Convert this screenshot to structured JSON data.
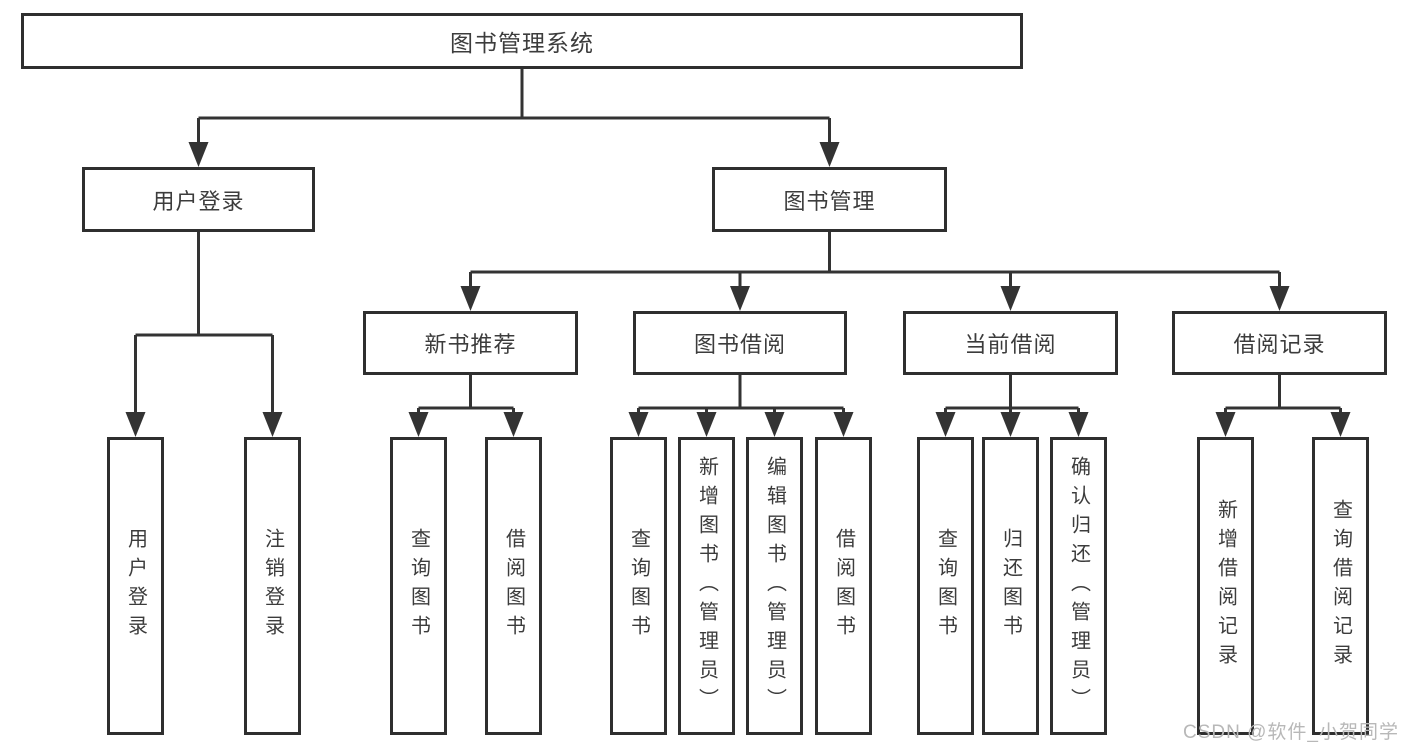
{
  "diagram": {
    "root": "图书管理系统",
    "level2": {
      "user_login": "用户登录",
      "book_management": "图书管理"
    },
    "level3": {
      "new_book_recommend": "新书推荐",
      "book_borrowing": "图书借阅",
      "current_borrowing": "当前借阅",
      "borrowing_records": "借阅记录"
    },
    "leaves": {
      "user_login": [
        "用户登录",
        "注销登录"
      ],
      "new_book_recommend": [
        "查询图书",
        "借阅图书"
      ],
      "book_borrowing": [
        "查询图书",
        "新增图书（管理员）",
        "编辑图书（管理员）",
        "借阅图书"
      ],
      "current_borrowing": [
        "查询图书",
        "归还图书",
        "确认归还（管理员）"
      ],
      "borrowing_records": [
        "新增借阅记录",
        "查询借阅记录"
      ]
    }
  },
  "watermark": {
    "text": "CSDN @软件_小贺同学"
  },
  "colors": {
    "line": "#333333",
    "border": "#2f2f2f",
    "text": "#3c3c3c",
    "watermark": "#b8b8b8",
    "background": "#ffffff"
  }
}
